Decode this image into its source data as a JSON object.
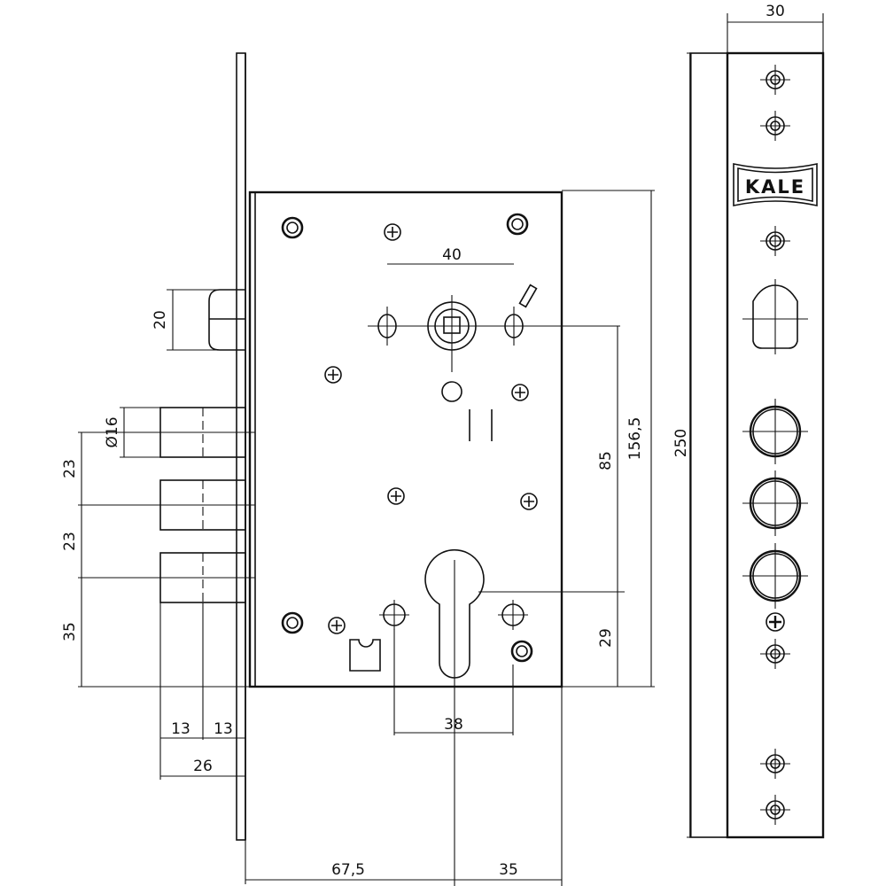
{
  "brand_logo": "KALE",
  "dimensions": {
    "strike_width": "30",
    "strike_length": "250",
    "spindle_to_cylinder": "40",
    "spindle_height": "156,5",
    "spindle_to_lower": "85",
    "cylinder_to_bottom": "29",
    "latch_height": "20",
    "bolt_diameter": "Ø16",
    "bolt_spacing_1": "23",
    "bolt_spacing_2": "23",
    "bolt_bottom": "35",
    "bolt_throw_1": "13",
    "bolt_throw_2": "13",
    "bolt_throw_total": "26",
    "cylinder_spacing": "38",
    "backset": "67,5",
    "case_edge": "35"
  }
}
